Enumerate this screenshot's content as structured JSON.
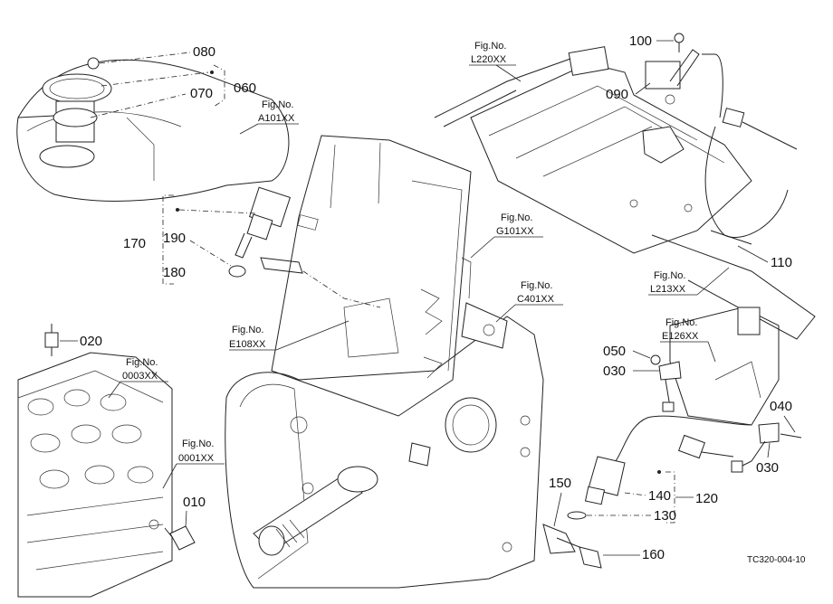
{
  "parts": {
    "p080": "080",
    "p060": "060",
    "p070": "070",
    "p100": "100",
    "p090": "090",
    "p170": "170",
    "p190": "190",
    "p180": "180",
    "p110": "110",
    "p020": "020",
    "p050": "050",
    "p030a": "030",
    "p040": "040",
    "p030b": "030",
    "p010": "010",
    "p150": "150",
    "p140": "140",
    "p120": "120",
    "p130": "130",
    "p160": "160"
  },
  "figrefs": {
    "a101": {
      "label": "Fig.No.",
      "code": "A101XX"
    },
    "l220": {
      "label": "Fig.No.",
      "code": "L220XX"
    },
    "g101": {
      "label": "Fig.No.",
      "code": "G101XX"
    },
    "c401": {
      "label": "Fig.No.",
      "code": "C401XX"
    },
    "l213": {
      "label": "Fig.No.",
      "code": "L213XX"
    },
    "e108": {
      "label": "Fig.No.",
      "code": "E108XX"
    },
    "e126": {
      "label": "Fig.No.",
      "code": "E126XX"
    },
    "f0003": {
      "label": "Fig.No.",
      "code": "0003XX"
    },
    "f0001": {
      "label": "Fig.No.",
      "code": "0001XX"
    }
  },
  "drawing_code": "TC320-004-10"
}
